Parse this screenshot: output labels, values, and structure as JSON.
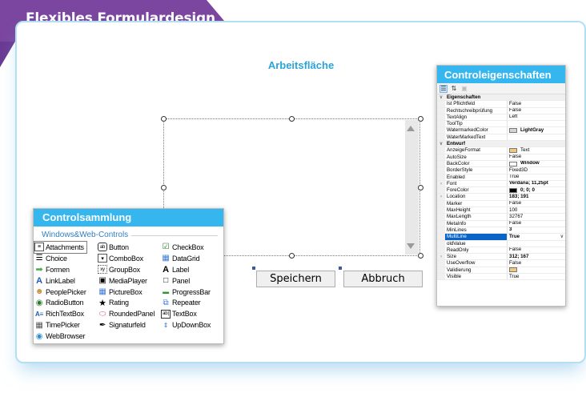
{
  "banner": {
    "title": "Flexibles Formulardesign"
  },
  "workspace": {
    "title": "Arbeitsfläche",
    "buttons": {
      "save": "Speichern",
      "cancel": "Abbruch"
    }
  },
  "collection": {
    "title": "Controlsammlung",
    "group": "Windows&Web-Controls",
    "columns": [
      [
        {
          "label": "Attachments",
          "icon": "attachments-icon"
        },
        {
          "label": "Choice",
          "icon": "choice-icon"
        },
        {
          "label": "Formen",
          "icon": "arrow-icon"
        },
        {
          "label": "LinkLabel",
          "icon": "link-label-icon"
        },
        {
          "label": "PeoplePicker",
          "icon": "people-icon"
        },
        {
          "label": "RadioButton",
          "icon": "radio-icon"
        },
        {
          "label": "RichTextBox",
          "icon": "richtext-icon"
        },
        {
          "label": "TimePicker",
          "icon": "calendar-icon"
        },
        {
          "label": "WebBrowser",
          "icon": "globe-icon"
        }
      ],
      [
        {
          "label": "Button",
          "icon": "button-icon"
        },
        {
          "label": "ComboBox",
          "icon": "combobox-icon"
        },
        {
          "label": "GroupBox",
          "icon": "groupbox-icon"
        },
        {
          "label": "MediaPlayer",
          "icon": "media-icon"
        },
        {
          "label": "PictureBox",
          "icon": "picture-icon"
        },
        {
          "label": "Rating",
          "icon": "star-icon"
        },
        {
          "label": "RoundedPanel",
          "icon": "rounded-panel-icon"
        },
        {
          "label": "Signaturfeld",
          "icon": "pen-icon"
        }
      ],
      [
        {
          "label": "CheckBox",
          "icon": "checkbox-icon"
        },
        {
          "label": "DataGrid",
          "icon": "grid-icon"
        },
        {
          "label": "Label",
          "icon": "label-icon"
        },
        {
          "label": "Panel",
          "icon": "panel-icon"
        },
        {
          "label": "ProgressBar",
          "icon": "progress-icon"
        },
        {
          "label": "Repeater",
          "icon": "repeater-icon"
        },
        {
          "label": "TextBox",
          "icon": "textbox-icon"
        },
        {
          "label": "UpDownBox",
          "icon": "updown-icon"
        }
      ]
    ]
  },
  "properties": {
    "title": "Controleigenschaften",
    "rows": [
      {
        "type": "cat",
        "name": "Eigenschaften"
      },
      {
        "name": "Ist Pflichtfeld",
        "value": "False"
      },
      {
        "name": "Rechtschreibprüfung",
        "value": "False"
      },
      {
        "name": "TextAlign",
        "value": "Left"
      },
      {
        "name": "ToolTip",
        "value": ""
      },
      {
        "name": "WatermarkedColor",
        "value": "LightGray",
        "swatch": "#d3d3d3",
        "bold": true
      },
      {
        "name": "WaterMarkedText",
        "value": ""
      },
      {
        "type": "cat",
        "name": "Entwurf"
      },
      {
        "name": "AnzeigeFormat",
        "value": "Text",
        "swatch": "#f2c77a"
      },
      {
        "name": "AutoSize",
        "value": "False"
      },
      {
        "name": "BackColor",
        "value": "Window",
        "swatch": "#ffffff",
        "bold": true
      },
      {
        "name": "BorderStyle",
        "value": "Fixed3D"
      },
      {
        "name": "Enabled",
        "value": "True"
      },
      {
        "name": "Font",
        "value": "Verdana; 11,25pt",
        "expand": true,
        "bold": true
      },
      {
        "name": "ForeColor",
        "value": "0; 0; 0",
        "swatch": "#000000",
        "bold": true
      },
      {
        "name": "Location",
        "value": "183; 191",
        "expand": true,
        "bold": true
      },
      {
        "name": "Marker",
        "value": "False"
      },
      {
        "name": "MaxHeight",
        "value": "100"
      },
      {
        "name": "MaxLength",
        "value": "32767"
      },
      {
        "name": "MetaInfo",
        "value": "False"
      },
      {
        "name": "MinLines",
        "value": "3",
        "bold": true
      },
      {
        "name": "MultiLine",
        "value": "True",
        "selected": true
      },
      {
        "name": "oldValue",
        "value": ""
      },
      {
        "name": "ReadOnly",
        "value": "False"
      },
      {
        "name": "Size",
        "value": "312; 167",
        "expand": true,
        "bold": true
      },
      {
        "name": "UseOverflow",
        "value": "False"
      },
      {
        "name": "Validierung",
        "value": "",
        "swatch": "#f2c77a"
      },
      {
        "name": "Visible",
        "value": "True"
      }
    ]
  }
}
